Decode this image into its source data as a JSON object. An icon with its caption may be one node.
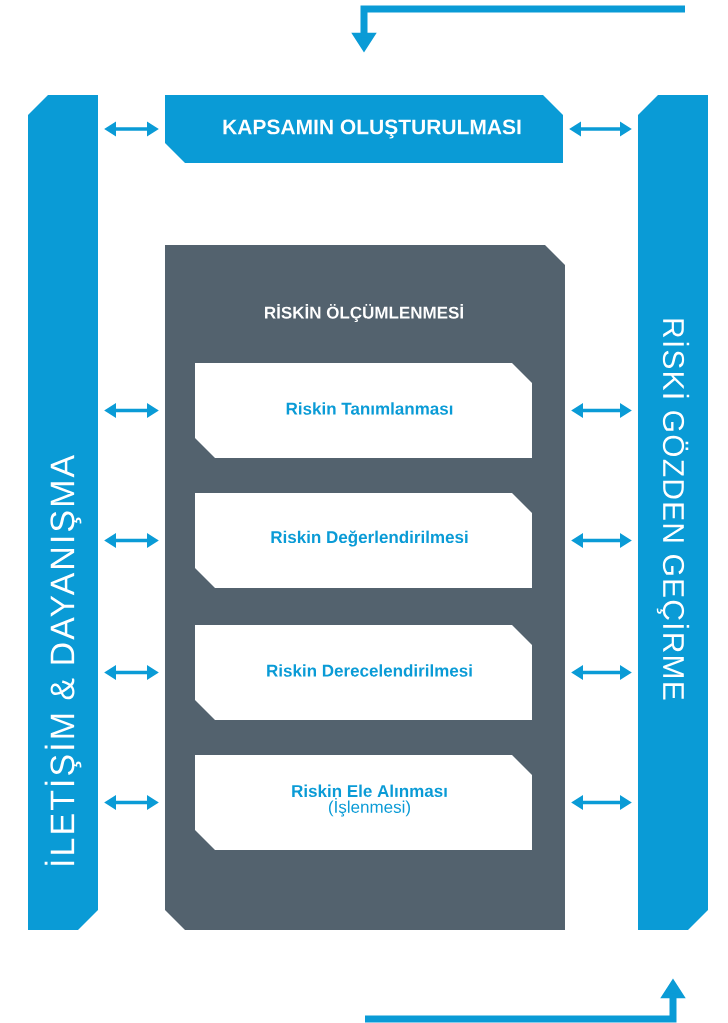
{
  "diagram": {
    "nodes": [
      {
        "text": [
          "İLETİŞİM & DAYANIŞMA"
        ]
      },
      {
        "text": [
          "KAPSAMIN OLUŞTURULMASI"
        ]
      },
      {
        "text": [
          "RİSKİ GÖZDEN GEÇİRME"
        ]
      },
      {
        "text": [
          "RİSKİN ÖLÇÜMLENMESİ"
        ]
      },
      {
        "text": [
          "Riskin Tanımlanması"
        ],
        "in": 3
      },
      {
        "text": [
          "Riskin Değerlendirilmesi"
        ],
        "in": 3
      },
      {
        "text": [
          "Riskin Derecelendirilmesi"
        ],
        "in": 3
      },
      {
        "text": [
          "Riskin Ele Alınması",
          "(İşlenmesi)"
        ],
        "in": 3
      }
    ],
    "edges": [
      {
        "from": null,
        "to": 1,
        "arrow": "to",
        "style": "thick"
      },
      {
        "from": 0,
        "to": 1,
        "arrow": "both"
      },
      {
        "from": 1,
        "to": 2,
        "arrow": "both"
      },
      {
        "from": 0,
        "to": 4,
        "arrow": "both"
      },
      {
        "from": 4,
        "to": 2,
        "arrow": "both"
      },
      {
        "from": 0,
        "to": 5,
        "arrow": "both"
      },
      {
        "from": 5,
        "to": 2,
        "arrow": "both"
      },
      {
        "from": 0,
        "to": 6,
        "arrow": "both"
      },
      {
        "from": 6,
        "to": 2,
        "arrow": "both"
      },
      {
        "from": 0,
        "to": 7,
        "arrow": "both"
      },
      {
        "from": 7,
        "to": 2,
        "arrow": "both"
      },
      {
        "from": null,
        "to": 2,
        "arrow": "to",
        "style": "thick"
      }
    ]
  }
}
